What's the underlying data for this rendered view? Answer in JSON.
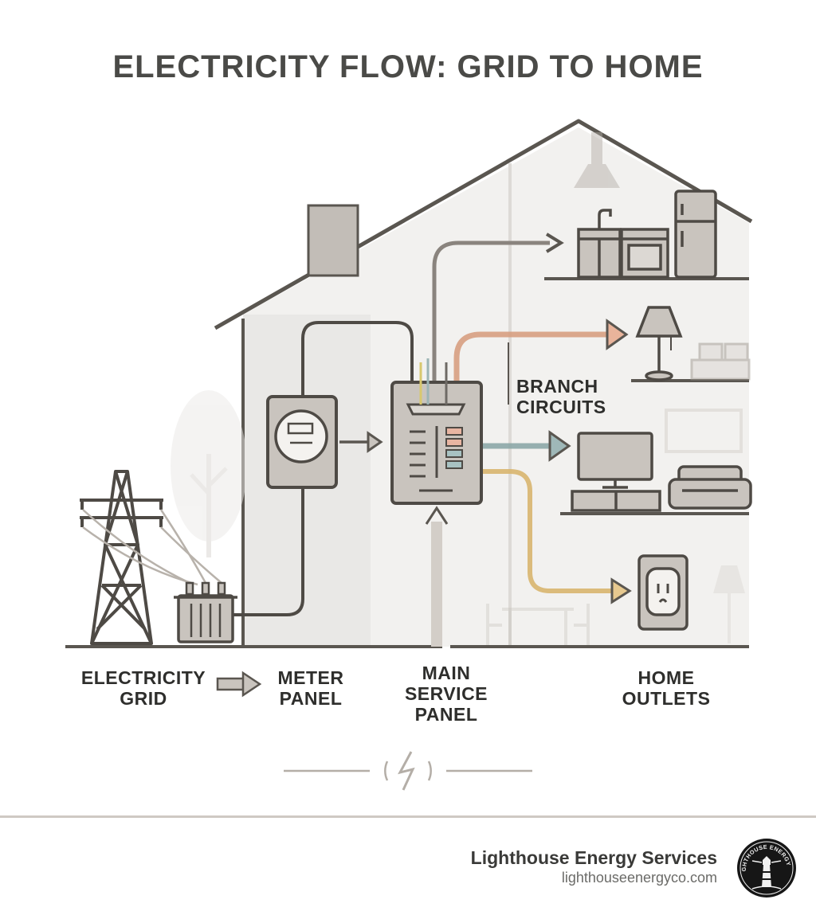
{
  "title": "ELECTRICITY FLOW: GRID TO HOME",
  "labels": {
    "grid": [
      "ELECTRICITY",
      "GRID"
    ],
    "meter": [
      "METER",
      "PANEL"
    ],
    "main_panel": [
      "MAIN",
      "SERVICE",
      "PANEL"
    ],
    "branch": [
      "BRANCH",
      "CIRCUITS"
    ],
    "outlets": [
      "HOME",
      "OUTLETS"
    ]
  },
  "footer": {
    "company": "Lighthouse Energy Services",
    "url": "lighthouseenergyco.com",
    "logo_text": "LIGHTHOUSE ENERGY CO"
  },
  "icons": [
    "transmission-tower-icon",
    "transformer-icon",
    "electric-meter-icon",
    "breaker-panel-icon",
    "kitchen-icon",
    "lamp-icon",
    "tv-icon",
    "sofa-icon",
    "outlet-icon",
    "lightning-bolt-icon",
    "lighthouse-logo"
  ],
  "colors": {
    "outline": "#5a5650",
    "fill": "#c9c4be",
    "wire_grey": "#8a847e",
    "wire_orange": "#d69a7a",
    "wire_teal": "#86a3a3",
    "wire_yellow": "#d8b56e"
  }
}
